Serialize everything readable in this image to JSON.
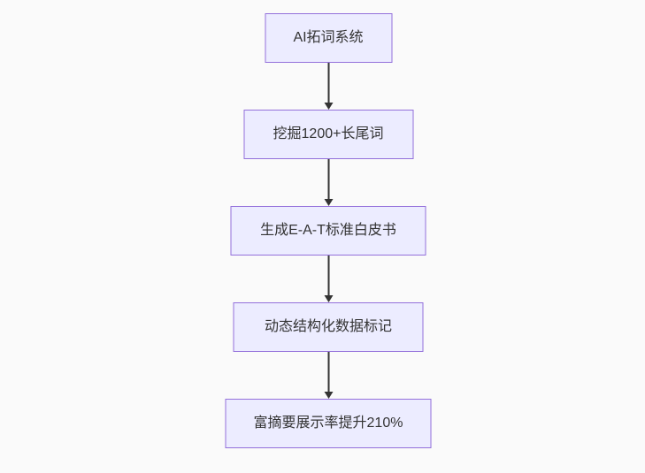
{
  "diagram": {
    "type": "flowchart",
    "direction": "top-down",
    "nodes": [
      {
        "id": "A",
        "label": "AI拓词系统"
      },
      {
        "id": "B",
        "label": "挖掘1200+长尾词"
      },
      {
        "id": "C",
        "label": "生成E-A-T标准白皮书"
      },
      {
        "id": "D",
        "label": "动态结构化数据标记"
      },
      {
        "id": "E",
        "label": "富摘要展示率提升210%"
      }
    ],
    "edges": [
      {
        "from": "A",
        "to": "B",
        "style": "arrow-down"
      },
      {
        "from": "B",
        "to": "C",
        "style": "arrow-down"
      },
      {
        "from": "C",
        "to": "D",
        "style": "arrow-down"
      },
      {
        "from": "D",
        "to": "E",
        "style": "arrow-down"
      }
    ],
    "colors": {
      "node_fill": "#ECECFF",
      "node_border": "#9370DB",
      "edge": "#333333",
      "text": "#333333",
      "canvas_background": "#FAFAFA"
    }
  }
}
